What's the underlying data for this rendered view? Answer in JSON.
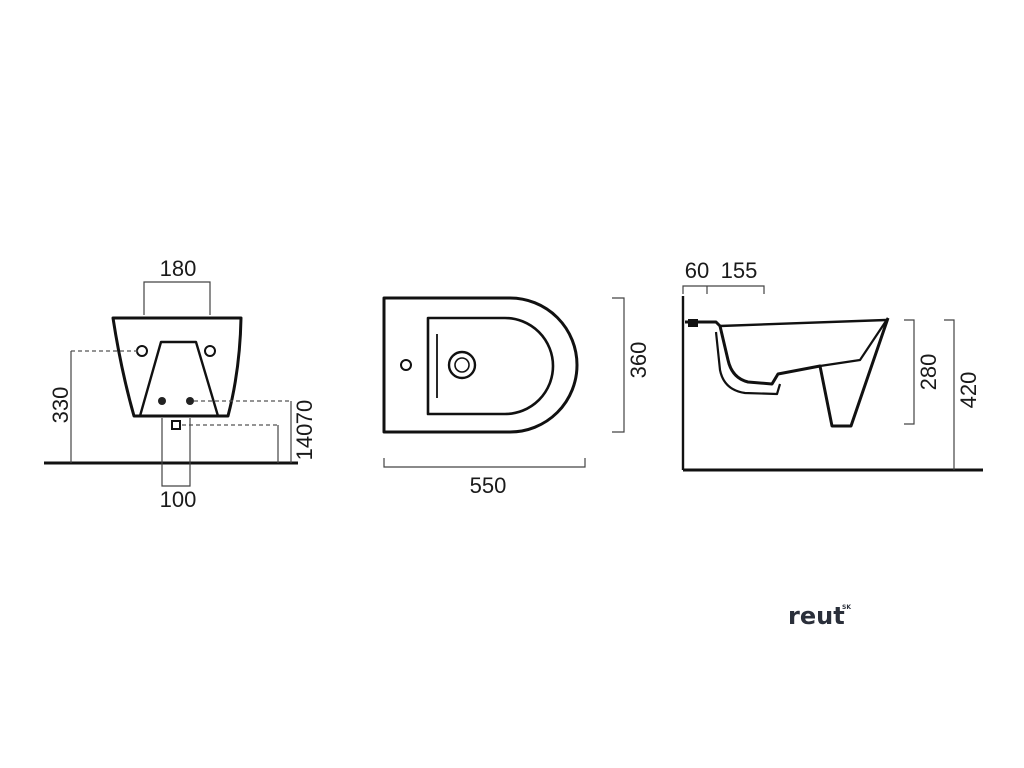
{
  "front_view": {
    "dim_hole_spacing": "180",
    "dim_height": "330",
    "dim_inlet_height": "70",
    "dim_outlet_height": "140",
    "dim_outlet_width": "100"
  },
  "top_view": {
    "dim_length": "550",
    "dim_width": "360"
  },
  "side_view": {
    "dim_offset_a": "60",
    "dim_offset_b": "155",
    "dim_bowl_height": "280",
    "dim_total_height": "420"
  },
  "logo": {
    "text": "reut",
    "sup": "SK"
  }
}
